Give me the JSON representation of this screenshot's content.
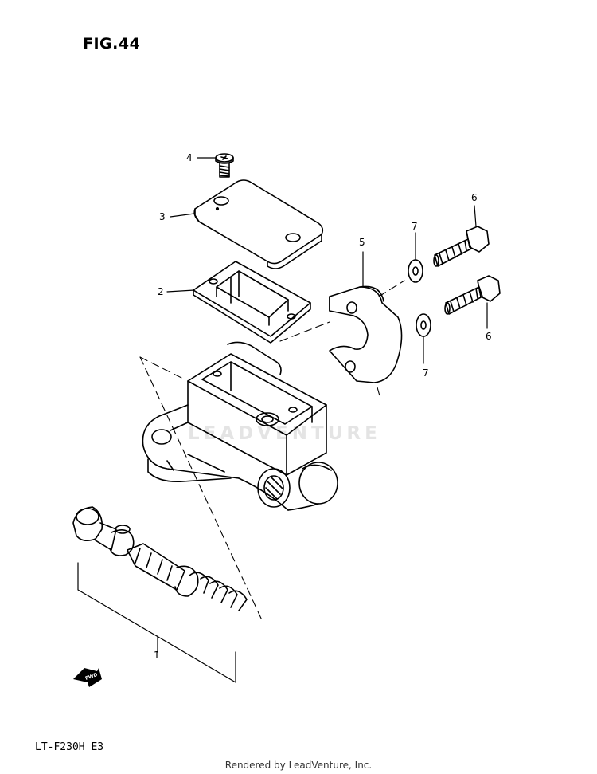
{
  "figure": {
    "title": "FIG.44",
    "model_code": "LT-F230H  E3",
    "footer": "Rendered by LeadVenture, Inc.",
    "watermark": "LEADVENTURE",
    "fwd_mark": "FWD"
  },
  "callouts": {
    "c1": "1",
    "c2": "2",
    "c3": "3",
    "c4": "4",
    "c5": "5",
    "c6a": "6",
    "c6b": "6",
    "c7a": "7",
    "c7b": "7"
  }
}
